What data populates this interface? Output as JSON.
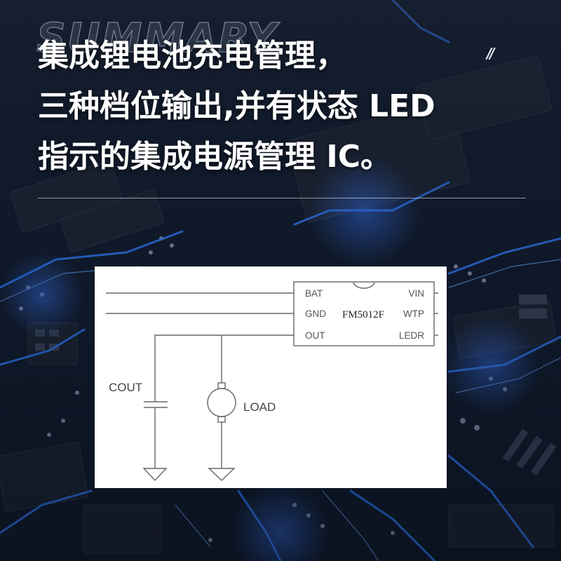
{
  "watermark": "SUMMARY",
  "decor_slashes": "//",
  "headline": {
    "lines": [
      "集成锂电池充电管理，",
      "三种档位输出,并有状态 LED",
      "指示的集成电源管理 IC。"
    ]
  },
  "circuit": {
    "chip_name": "FM5012F",
    "left_pins": [
      "BAT",
      "GND",
      "OUT"
    ],
    "right_pins": [
      "VIN",
      "WTP",
      "LEDR"
    ],
    "capacitor_label": "COUT",
    "load_label": "LOAD"
  },
  "colors": {
    "background": "#0b1424",
    "circuit_glow": "#2f7dff",
    "text": "#ffffff",
    "panel": "#ffffff",
    "line": "#666666"
  }
}
